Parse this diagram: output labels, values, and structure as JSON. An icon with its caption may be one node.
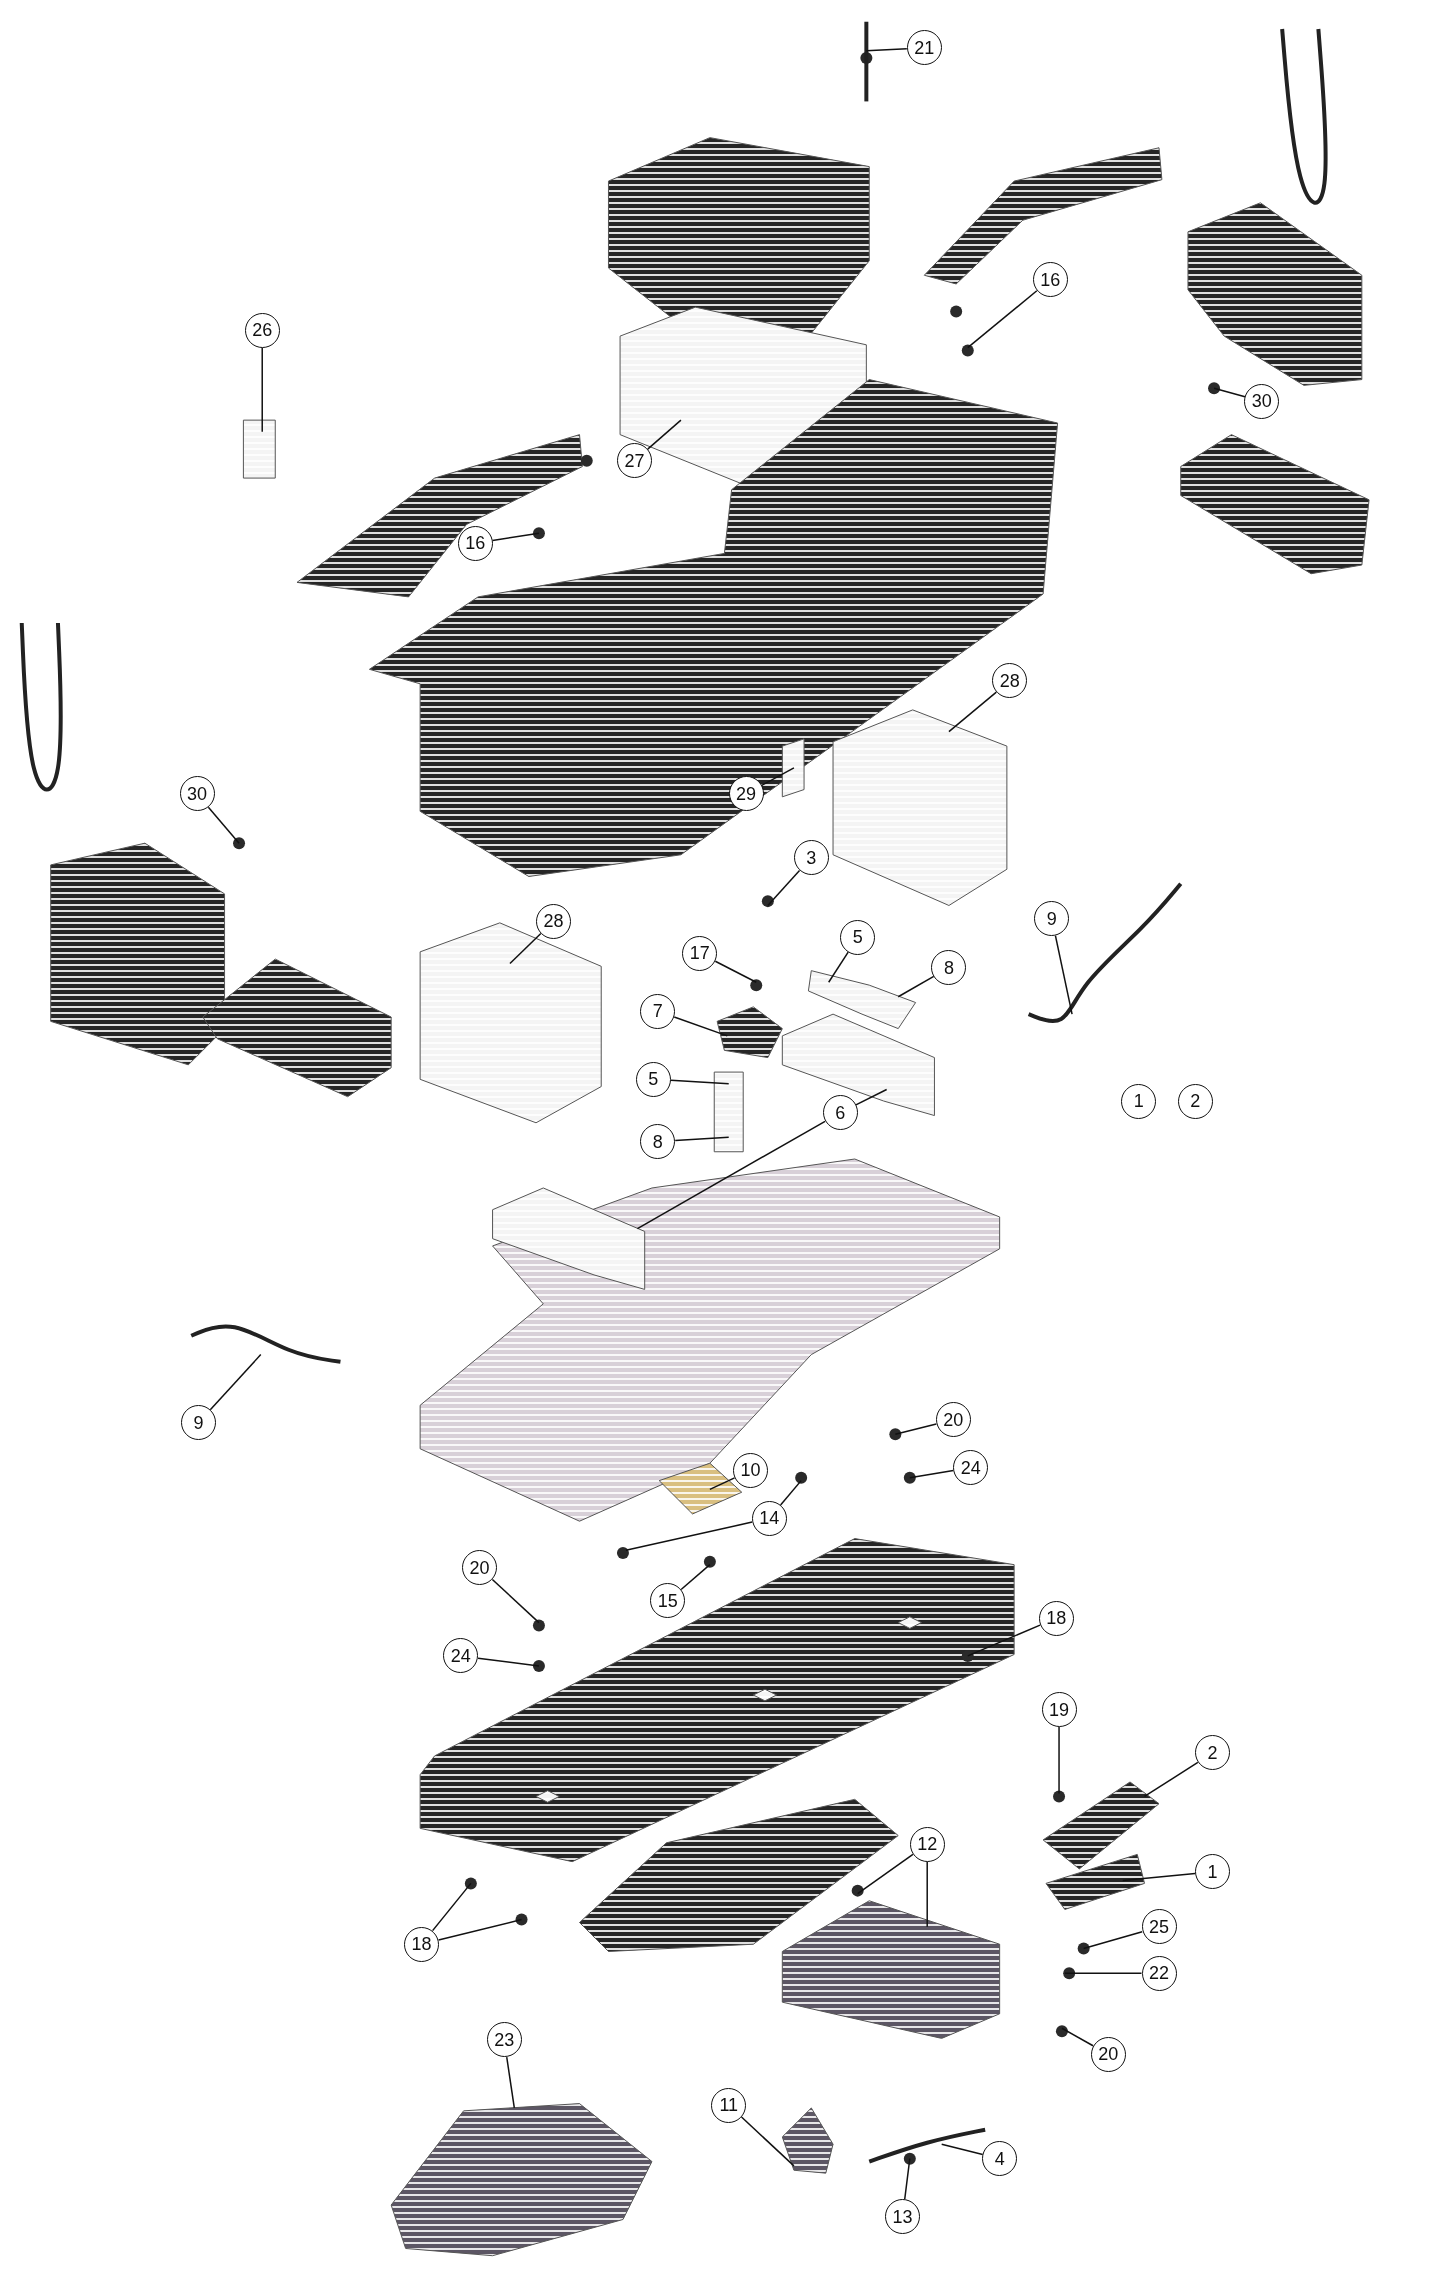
{
  "diagram": {
    "nodes": [
      {
        "text": [
          "21"
        ]
      },
      {
        "text": [
          "16"
        ]
      },
      {
        "text": [
          "26"
        ]
      },
      {
        "text": [
          "30"
        ]
      },
      {
        "text": [
          "27"
        ]
      },
      {
        "text": [
          "16"
        ]
      },
      {
        "text": [
          "28"
        ]
      },
      {
        "text": [
          "29"
        ]
      },
      {
        "text": [
          "30"
        ]
      },
      {
        "text": [
          "3"
        ]
      },
      {
        "text": [
          "9"
        ]
      },
      {
        "text": [
          "28"
        ]
      },
      {
        "text": [
          "5"
        ]
      },
      {
        "text": [
          "17"
        ]
      },
      {
        "text": [
          "8"
        ]
      },
      {
        "text": [
          "7"
        ]
      },
      {
        "text": [
          "5"
        ]
      },
      {
        "text": [
          "1"
        ]
      },
      {
        "text": [
          "2"
        ]
      },
      {
        "text": [
          "6"
        ]
      },
      {
        "text": [
          "8"
        ]
      },
      {
        "text": [
          "9"
        ]
      },
      {
        "text": [
          "20"
        ]
      },
      {
        "text": [
          "24"
        ]
      },
      {
        "text": [
          "10"
        ]
      },
      {
        "text": [
          "14"
        ]
      },
      {
        "text": [
          "20"
        ]
      },
      {
        "text": [
          "15"
        ]
      },
      {
        "text": [
          "18"
        ]
      },
      {
        "text": [
          "24"
        ]
      },
      {
        "text": [
          "19"
        ]
      },
      {
        "text": [
          "2"
        ]
      },
      {
        "text": [
          "12"
        ]
      },
      {
        "text": [
          "1"
        ]
      },
      {
        "text": [
          "25"
        ]
      },
      {
        "text": [
          "18"
        ]
      },
      {
        "text": [
          "22"
        ]
      },
      {
        "text": [
          "23"
        ]
      },
      {
        "text": [
          "20"
        ]
      },
      {
        "text": [
          "11"
        ]
      },
      {
        "text": [
          "4"
        ]
      },
      {
        "text": [
          "13"
        ]
      }
    ],
    "edges": [
      {
        "from": 0,
        "to": null,
        "arrow": "none"
      },
      {
        "from": 1,
        "to": null,
        "arrow": "none"
      },
      {
        "from": 2,
        "to": null,
        "arrow": "none"
      },
      {
        "from": 3,
        "to": null,
        "arrow": "none"
      },
      {
        "from": 4,
        "to": null,
        "arrow": "none"
      },
      {
        "from": 5,
        "to": null,
        "arrow": "none"
      },
      {
        "from": 6,
        "to": null,
        "arrow": "none"
      },
      {
        "from": 7,
        "to": null,
        "arrow": "none"
      },
      {
        "from": 8,
        "to": null,
        "arrow": "none"
      },
      {
        "from": 9,
        "to": null,
        "arrow": "none"
      },
      {
        "from": 10,
        "to": null,
        "arrow": "none"
      },
      {
        "from": 11,
        "to": null,
        "arrow": "none"
      },
      {
        "from": 12,
        "to": null,
        "arrow": "none"
      },
      {
        "from": 13,
        "to": null,
        "arrow": "none"
      },
      {
        "from": 14,
        "to": null,
        "arrow": "none"
      },
      {
        "from": 15,
        "to": null,
        "arrow": "none"
      },
      {
        "from": 16,
        "to": null,
        "arrow": "none"
      },
      {
        "from": 19,
        "to": null,
        "arrow": "none"
      },
      {
        "from": 19,
        "to": null,
        "arrow": "none"
      },
      {
        "from": 20,
        "to": null,
        "arrow": "none"
      },
      {
        "from": 21,
        "to": null,
        "arrow": "none"
      },
      {
        "from": 22,
        "to": null,
        "arrow": "none"
      },
      {
        "from": 23,
        "to": null,
        "arrow": "none"
      },
      {
        "from": 24,
        "to": null,
        "arrow": "none"
      },
      {
        "from": 25,
        "to": null,
        "arrow": "none"
      },
      {
        "from": 25,
        "to": null,
        "arrow": "none"
      },
      {
        "from": 26,
        "to": null,
        "arrow": "none"
      },
      {
        "from": 27,
        "to": null,
        "arrow": "none"
      },
      {
        "from": 28,
        "to": null,
        "arrow": "none"
      },
      {
        "from": 29,
        "to": null,
        "arrow": "none"
      },
      {
        "from": 30,
        "to": null,
        "arrow": "none"
      },
      {
        "from": 31,
        "to": null,
        "arrow": "none"
      },
      {
        "from": 32,
        "to": null,
        "arrow": "none"
      },
      {
        "from": 32,
        "to": null,
        "arrow": "none"
      },
      {
        "from": 33,
        "to": null,
        "arrow": "none"
      },
      {
        "from": 34,
        "to": null,
        "arrow": "none"
      },
      {
        "from": 35,
        "to": null,
        "arrow": "none"
      },
      {
        "from": 35,
        "to": null,
        "arrow": "none"
      },
      {
        "from": 36,
        "to": null,
        "arrow": "none"
      },
      {
        "from": 37,
        "to": null,
        "arrow": "none"
      },
      {
        "from": 38,
        "to": null,
        "arrow": "none"
      },
      {
        "from": 39,
        "to": null,
        "arrow": "none"
      },
      {
        "from": 40,
        "to": null,
        "arrow": "none"
      },
      {
        "from": 41,
        "to": null,
        "arrow": "none"
      }
    ]
  }
}
